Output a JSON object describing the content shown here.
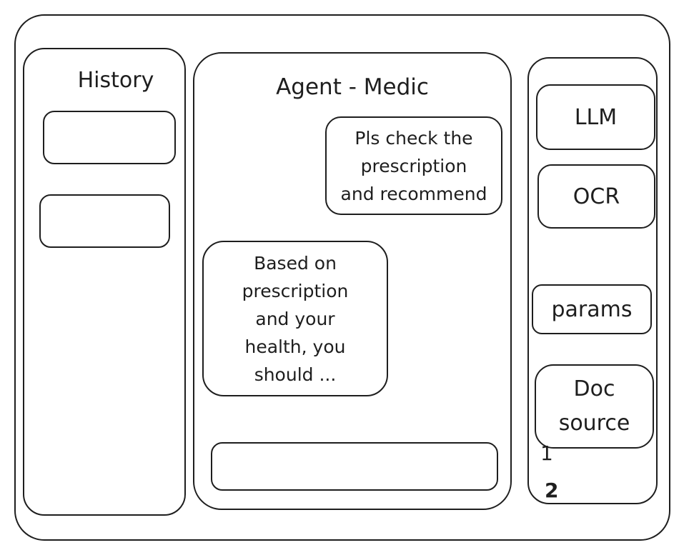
{
  "history": {
    "title": "History",
    "items": [
      "",
      ""
    ]
  },
  "chat": {
    "title": "Agent - Medic",
    "user_message": [
      "Pls check the",
      "prescription",
      "and recommend"
    ],
    "agent_message": [
      "Based on",
      "prescription",
      "and your",
      "health, you",
      "should ..."
    ],
    "input": {
      "value": "",
      "placeholder": ""
    }
  },
  "settings": {
    "llm_label": "LLM",
    "ocr_label": "OCR",
    "params_label": "params",
    "doc_source_label": [
      "Doc",
      "source"
    ],
    "doc_sources": [
      "1",
      "2"
    ]
  }
}
